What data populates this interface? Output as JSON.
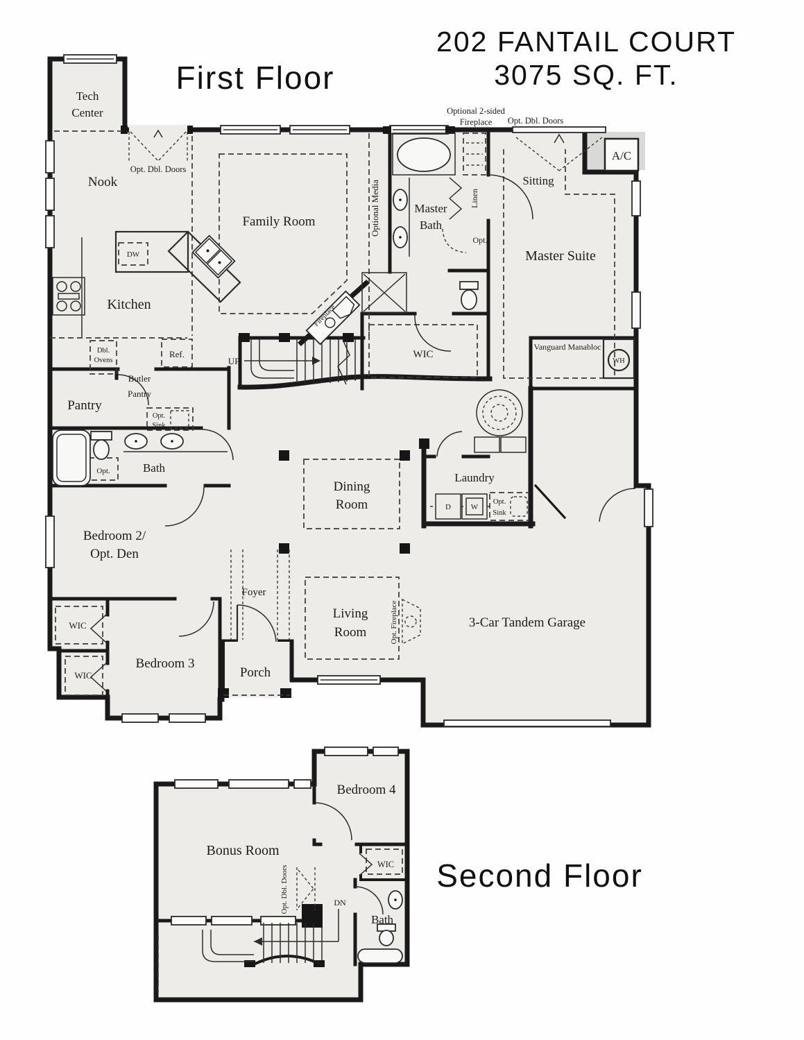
{
  "header": {
    "address": "202 FANTAIL COURT",
    "sqft": "3075 SQ. FT."
  },
  "first_floor": {
    "title": "First Floor",
    "rooms": {
      "tech_center": [
        "Tech",
        "Center"
      ],
      "nook": "Nook",
      "family_room": "Family Room",
      "kitchen": "Kitchen",
      "master_bath": [
        "Master",
        "Bath"
      ],
      "sitting": "Sitting",
      "master_suite": "Master Suite",
      "wic": "WIC",
      "butler_pantry": [
        "Butler",
        "Pantry"
      ],
      "pantry": "Pantry",
      "bath": "Bath",
      "bedroom2": [
        "Bedroom 2/",
        "Opt. Den"
      ],
      "wic_bedroom2": "WIC",
      "wic_bedroom3": "WIC",
      "bedroom3": "Bedroom 3",
      "dining_room": [
        "Dining",
        "Room"
      ],
      "living_room": [
        "Living",
        "Room"
      ],
      "foyer": "Foyer",
      "porch": "Porch",
      "laundry": "Laundry",
      "garage": "3-Car Tandem Garage"
    },
    "annotations": {
      "opt_dbl_doors_nook": "Opt. Dbl. Doors",
      "optional_2sided_fireplace": [
        "Optional 2-sided",
        "Fireplace"
      ],
      "opt_dbl_doors_sitting": "Opt. Dbl. Doors",
      "ac": "A/C",
      "optional_media": "Optional Media",
      "linen": "Linen",
      "opt_master": "Opt.",
      "fireplace": "Fireplace",
      "dw": "DW",
      "dbl_ovens": [
        "Dbl.",
        "Ovens"
      ],
      "ref": "Ref.",
      "up": "UP",
      "opt_sink_butler": [
        "Opt.",
        "Sink"
      ],
      "opt_bath": "Opt.",
      "vanguard_manabloc": "Vanguard Manabloc",
      "wh": "WH",
      "dryer": "D",
      "washer": "W",
      "opt_sink_laundry": [
        "Opt.",
        "Sink"
      ],
      "opt_fireplace": "Opt. Fireplace"
    }
  },
  "second_floor": {
    "title": "Second Floor",
    "rooms": {
      "bonus_room": "Bonus Room",
      "bedroom4": "Bedroom 4",
      "wic": "WIC",
      "bath": "Bath"
    },
    "annotations": {
      "opt_dbl_doors": "Opt. Dbl. Doors",
      "dn": "DN"
    }
  }
}
